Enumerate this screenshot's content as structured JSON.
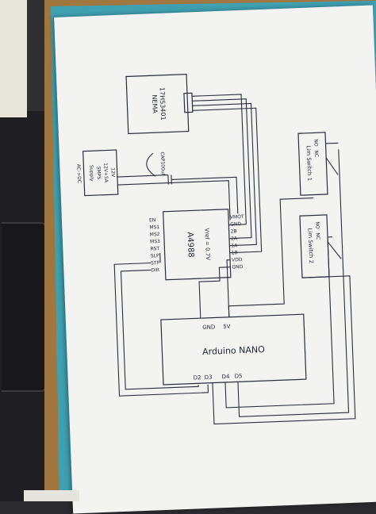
{
  "nema": {
    "line1": "NEMA",
    "line2": "17HS3401"
  },
  "supply": {
    "line1": "AC->DC",
    "line2": "Supply",
    "line3": "SMPS",
    "line4": "12V+5A",
    "line5": "12V"
  },
  "capacitor": {
    "label": "CAP100uF"
  },
  "a4988": {
    "title": "A4988",
    "vref": "Vref = 0.7V",
    "left_pins": [
      "EN",
      "MS1",
      "MS2",
      "MS3",
      "RST",
      "SLP",
      "STP",
      "DIR"
    ],
    "right_pins": [
      "VMOT",
      "GND",
      "2B",
      "2A",
      "1A",
      "1B",
      "VDD",
      "GND"
    ]
  },
  "arduino": {
    "name": "Arduino NANO",
    "top_pins": [
      "GND",
      "5V"
    ],
    "bottom_pins": [
      "D2",
      "D3",
      "D4",
      "D5"
    ]
  },
  "switch1": {
    "label": "Lim Switch 1",
    "no": "NO",
    "nc": "NC"
  },
  "switch2": {
    "label": "Lim Switch 2",
    "no": "NO",
    "nc": "NC"
  }
}
